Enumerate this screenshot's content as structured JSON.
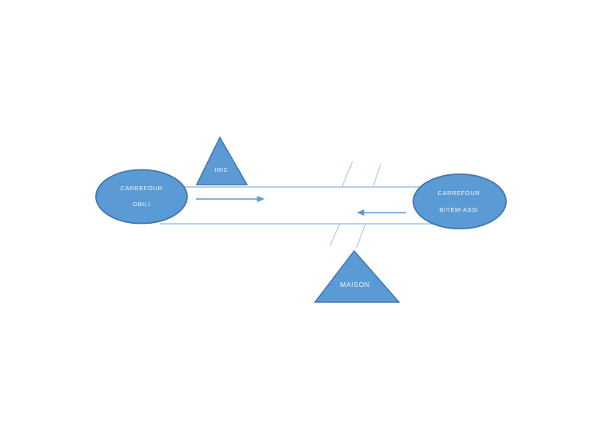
{
  "diagram": {
    "title": "",
    "nodes": {
      "obili": {
        "line1": "CARREFOUR",
        "line2": "OBILI"
      },
      "biyem_assi": {
        "line1": "CARREFOUR",
        "line2": "BIYEM-ASSI"
      },
      "iric": {
        "label": "IRIC"
      },
      "maison": {
        "label": "MAISON"
      }
    },
    "colors": {
      "background": "#ffffff",
      "node_fill": "#5b9bd5",
      "node_stroke": "#4477ad",
      "road_line": "#9dc3e6",
      "crossing_line": "#aecbea",
      "arrow": "#5b9bd5",
      "label_text": "#f2f6fc"
    }
  }
}
